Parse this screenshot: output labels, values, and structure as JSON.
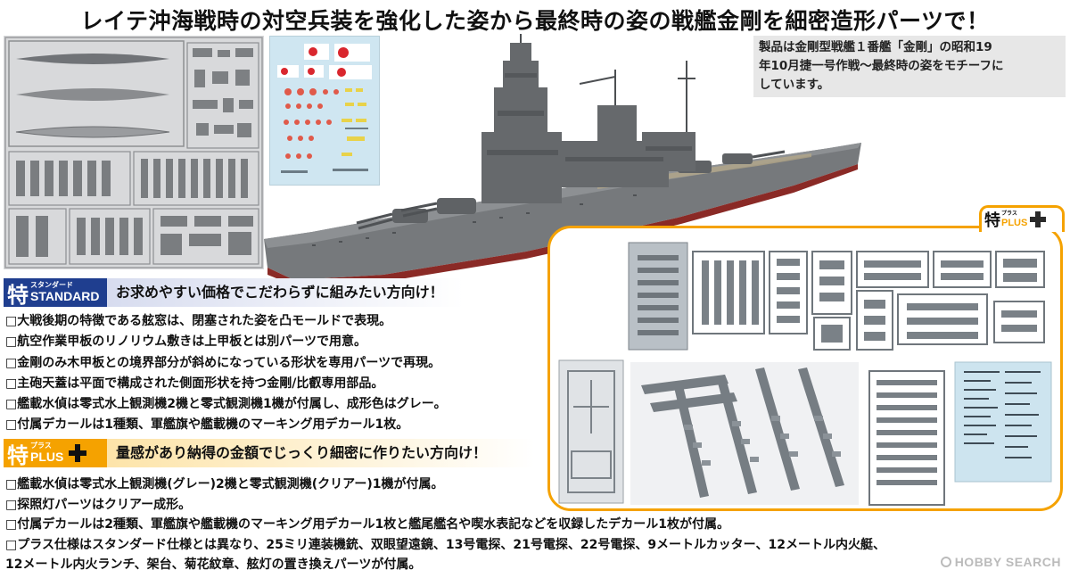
{
  "headline": "レイテ沖海戦時の対空兵装を強化した姿から最終時の姿の戦艦金剛を細密造形パーツで！",
  "info_note": {
    "lines": [
      "製品は金剛型戦艦１番艦「金剛」の昭和19",
      "年10月捷一号作戦〜最終時の姿をモチーフに",
      "しています。"
    ]
  },
  "standard": {
    "badge_kanji": "特",
    "badge_ruby": "スタンダード",
    "badge_word": "STANDARD",
    "banner": "お求めやすい価格でこだわらずに組みたい方向け！",
    "features": [
      "□大戦後期の特徴である舷窓は、閉塞された姿を凸モールドで表現。",
      "□航空作業甲板のリノリウム敷きは上甲板とは別パーツで用意。",
      "□金剛のみ木甲板との境界部分が斜めになっている形状を専用パーツで再現。",
      "□主砲天蓋は平面で構成された側面形状を持つ金剛/比叡専用部品。",
      "□艦載水偵は零式水上観測機2機と零式観測機1機が付属し、成形色はグレー。",
      "□付属デカールは1種類、軍艦旗や艦載機のマーキング用デカール1枚。"
    ]
  },
  "plus": {
    "badge_kanji": "特",
    "badge_ruby": "プラス",
    "badge_word": "PLUS",
    "banner": "量感があり納得の金額でじっくり細密に作りたい方向け！",
    "features": [
      "□艦載水偵は零式水上観測機(グレー)2機と零式観測機(クリアー)1機が付属。",
      "□探照灯パーツはクリアー成形。",
      "□付属デカールは2種類、軍艦旗や艦載機のマーキング用デカール1枚と艦尾艦名や喫水表記などを収録したデカール1枚が付属。",
      "□プラス仕様はスタンダード仕様とは異なり、25ミリ連装機銃、双眼望遠鏡、13号電探、21号電探、22号電探、9メートルカッター、12メートル内火艇、",
      "12メートル内火ランチ、架台、菊花紋章、舷灯の置き換えパーツが付属。"
    ]
  },
  "watermark": "HOBBY SEARCH",
  "colors": {
    "standard_blue": "#1f3e8f",
    "plus_orange": "#f5a200",
    "ship_gray": "#6b6e70",
    "hull_red": "#8a2a26"
  }
}
